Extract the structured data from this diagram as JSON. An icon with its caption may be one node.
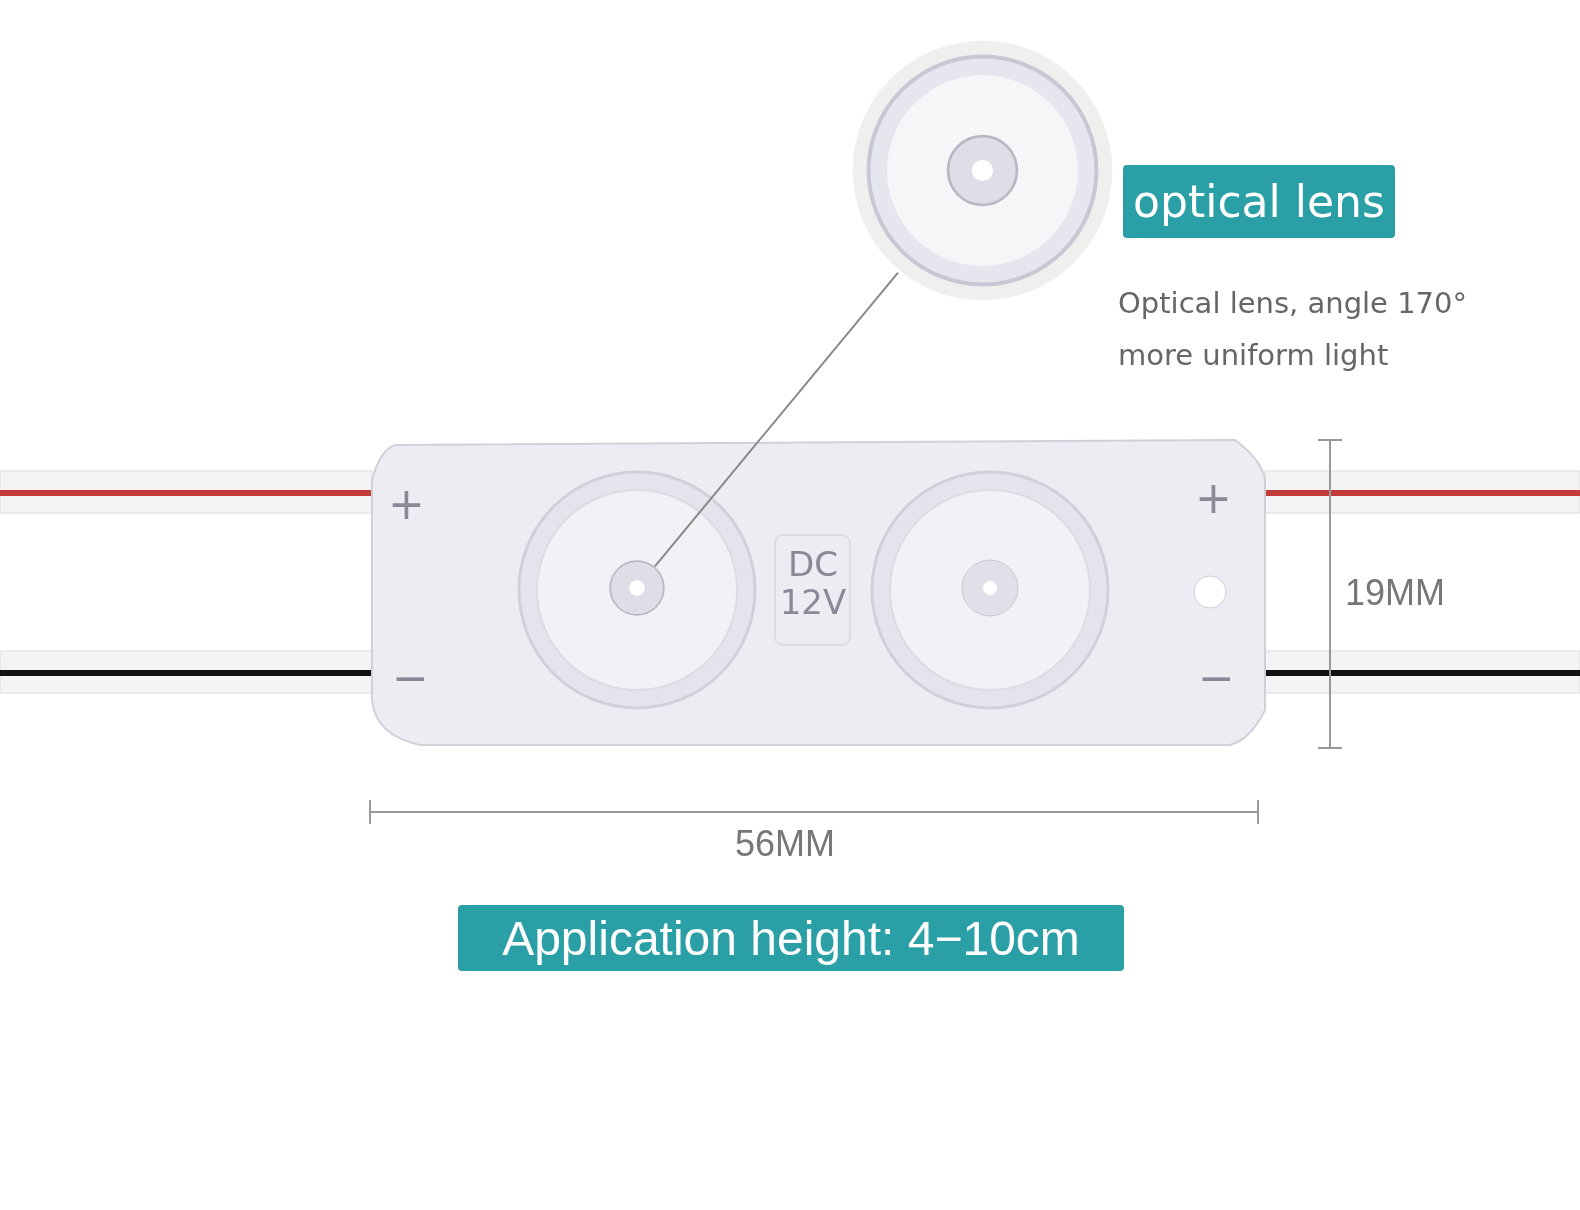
{
  "diagram": {
    "nodes": [
      {
        "text": [],
        "shape": "picture"
      },
      {
        "text": [],
        "shape": "picture"
      },
      {
        "text": [
          "optical lens"
        ]
      },
      {
        "text": [
          "Application height: 4−10cm"
        ]
      }
    ],
    "edges": [
      {
        "from": 0,
        "to": 1,
        "arrow": "none"
      }
    ],
    "labels": [
      "Optical lens, angle 170° more uniform light",
      "+",
      "−",
      "DC 12V",
      "+",
      "−",
      "19MM",
      "56MM"
    ]
  }
}
